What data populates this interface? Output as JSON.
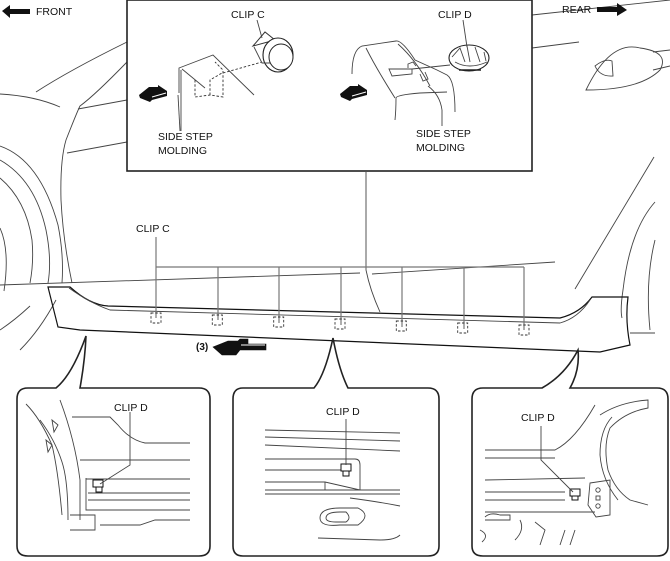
{
  "orientation": {
    "front_label": "FRONT",
    "rear_label": "REAR"
  },
  "detail_inset": {
    "left": {
      "clip_label": "CLIP C",
      "part_label_line1": "SIDE STEP",
      "part_label_line2": "MOLDING"
    },
    "right": {
      "clip_label": "CLIP D",
      "part_label_line1": "SIDE STEP",
      "part_label_line2": "MOLDING"
    }
  },
  "main_view": {
    "clip_label": "CLIP C",
    "clip_count": 7,
    "step_label": "(3)"
  },
  "callouts": [
    {
      "clip_label": "CLIP D"
    },
    {
      "clip_label": "CLIP D"
    },
    {
      "clip_label": "CLIP D"
    }
  ]
}
